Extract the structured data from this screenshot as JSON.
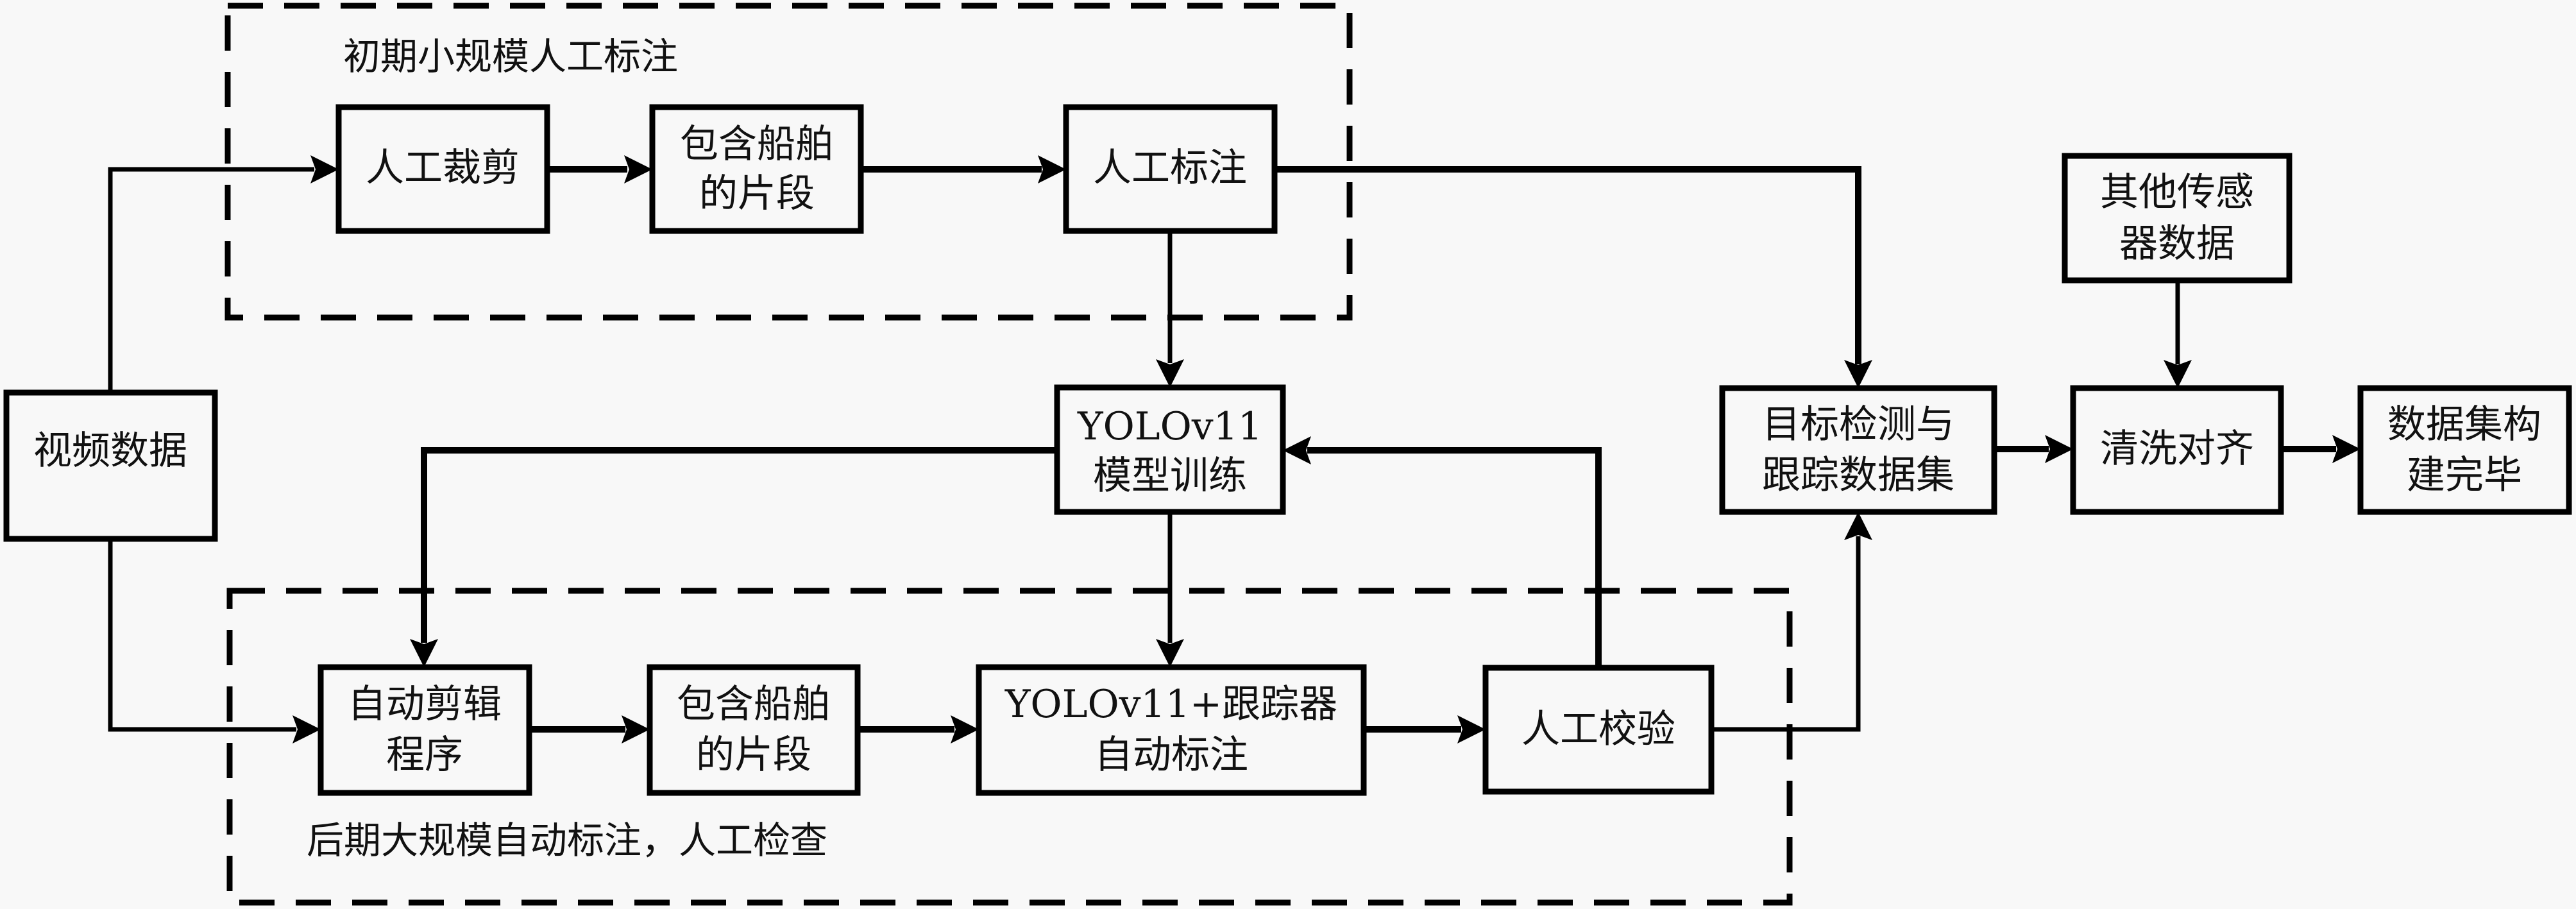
{
  "diagram": {
    "groups": {
      "early": "初期小规模人工标注",
      "late": "后期大规模自动标注，人工检查"
    },
    "nodes": {
      "video_data": [
        "视频数据"
      ],
      "manual_crop": [
        "人工裁剪"
      ],
      "ship_clips_top": [
        "包含船舶",
        "的片段"
      ],
      "manual_label": [
        "人工标注"
      ],
      "yolo_train": [
        "YOLOv11",
        "模型训练"
      ],
      "auto_edit": [
        "自动剪辑",
        "程序"
      ],
      "ship_clips_bottom": [
        "包含船舶",
        "的片段"
      ],
      "yolo_tracker": [
        "YOLOv11+跟踪器",
        "自动标注"
      ],
      "manual_check": [
        "人工校验"
      ],
      "det_track_dataset": [
        "目标检测与",
        "跟踪数据集"
      ],
      "other_sensor": [
        "其他传感",
        "器数据"
      ],
      "clean_align": [
        "清洗对齐"
      ],
      "dataset_done": [
        "数据集构",
        "建完毕"
      ]
    },
    "edges": [
      {
        "from": "video_data",
        "to": "manual_crop"
      },
      {
        "from": "manual_crop",
        "to": "ship_clips_top"
      },
      {
        "from": "ship_clips_top",
        "to": "manual_label"
      },
      {
        "from": "manual_label",
        "to": "yolo_train"
      },
      {
        "from": "manual_label",
        "to": "det_track_dataset"
      },
      {
        "from": "video_data",
        "to": "auto_edit"
      },
      {
        "from": "yolo_train",
        "to": "auto_edit"
      },
      {
        "from": "yolo_train",
        "to": "yolo_tracker"
      },
      {
        "from": "auto_edit",
        "to": "ship_clips_bottom"
      },
      {
        "from": "ship_clips_bottom",
        "to": "yolo_tracker"
      },
      {
        "from": "yolo_tracker",
        "to": "manual_check"
      },
      {
        "from": "manual_check",
        "to": "yolo_train"
      },
      {
        "from": "manual_check",
        "to": "det_track_dataset"
      },
      {
        "from": "det_track_dataset",
        "to": "clean_align"
      },
      {
        "from": "other_sensor",
        "to": "clean_align"
      },
      {
        "from": "clean_align",
        "to": "dataset_done"
      }
    ]
  }
}
